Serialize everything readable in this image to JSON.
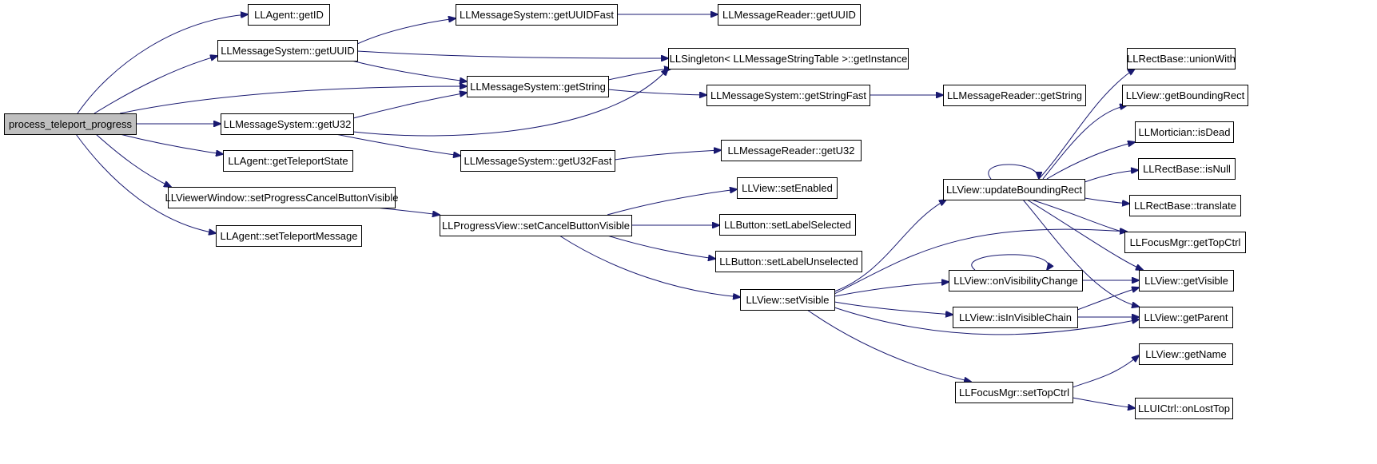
{
  "diagram": {
    "type": "call-graph",
    "colors": {
      "edge": "#191970",
      "node_border": "#000000",
      "node_fill": "#ffffff",
      "root_fill": "#bfbfbf"
    },
    "nodes": [
      {
        "id": "n0",
        "label": "process_teleport_progress",
        "root": true
      },
      {
        "id": "n1",
        "label": "LLAgent::getID"
      },
      {
        "id": "n2",
        "label": "LLMessageSystem::getUUID"
      },
      {
        "id": "n3",
        "label": "LLMessageSystem::getU32"
      },
      {
        "id": "n4",
        "label": "LLAgent::getTeleportState"
      },
      {
        "id": "n5",
        "label": "LLViewerWindow::setProgressCancelButtonVisible"
      },
      {
        "id": "n6",
        "label": "LLAgent::setTeleportMessage"
      },
      {
        "id": "n7",
        "label": "LLMessageSystem::getUUIDFast"
      },
      {
        "id": "n8",
        "label": "LLMessageSystem::getString"
      },
      {
        "id": "n9",
        "label": "LLMessageSystem::getU32Fast"
      },
      {
        "id": "n10",
        "label": "LLProgressView::setCancelButtonVisible"
      },
      {
        "id": "n11",
        "label": "LLMessageReader::getUUID"
      },
      {
        "id": "n12",
        "label": "LLSingleton< LLMessageStringTable >::getInstance"
      },
      {
        "id": "n13",
        "label": "LLMessageSystem::getStringFast"
      },
      {
        "id": "n14",
        "label": "LLMessageReader::getU32"
      },
      {
        "id": "n15",
        "label": "LLView::setEnabled"
      },
      {
        "id": "n16",
        "label": "LLButton::setLabelSelected"
      },
      {
        "id": "n17",
        "label": "LLButton::setLabelUnselected"
      },
      {
        "id": "n18",
        "label": "LLView::setVisible"
      },
      {
        "id": "n19",
        "label": "LLMessageReader::getString"
      },
      {
        "id": "n20",
        "label": "LLView::updateBoundingRect"
      },
      {
        "id": "n21",
        "label": "LLView::onVisibilityChange"
      },
      {
        "id": "n22",
        "label": "LLView::isInVisibleChain"
      },
      {
        "id": "n23",
        "label": "LLFocusMgr::setTopCtrl"
      },
      {
        "id": "n24",
        "label": "LLRectBase::unionWith"
      },
      {
        "id": "n25",
        "label": "LLView::getBoundingRect"
      },
      {
        "id": "n26",
        "label": "LLMortician::isDead"
      },
      {
        "id": "n27",
        "label": "LLRectBase::isNull"
      },
      {
        "id": "n28",
        "label": "LLRectBase::translate"
      },
      {
        "id": "n29",
        "label": "LLFocusMgr::getTopCtrl"
      },
      {
        "id": "n30",
        "label": "LLView::getVisible"
      },
      {
        "id": "n31",
        "label": "LLView::getParent"
      },
      {
        "id": "n32",
        "label": "LLView::getName"
      },
      {
        "id": "n33",
        "label": "LLUICtrl::onLostTop"
      }
    ],
    "edges": [
      {
        "from": "n0",
        "to": "n1"
      },
      {
        "from": "n0",
        "to": "n2"
      },
      {
        "from": "n0",
        "to": "n8"
      },
      {
        "from": "n0",
        "to": "n3"
      },
      {
        "from": "n0",
        "to": "n4"
      },
      {
        "from": "n0",
        "to": "n5"
      },
      {
        "from": "n0",
        "to": "n6"
      },
      {
        "from": "n2",
        "to": "n7"
      },
      {
        "from": "n2",
        "to": "n12"
      },
      {
        "from": "n2",
        "to": "n8"
      },
      {
        "from": "n3",
        "to": "n8"
      },
      {
        "from": "n3",
        "to": "n12"
      },
      {
        "from": "n3",
        "to": "n9"
      },
      {
        "from": "n7",
        "to": "n11"
      },
      {
        "from": "n8",
        "to": "n12"
      },
      {
        "from": "n8",
        "to": "n13"
      },
      {
        "from": "n9",
        "to": "n14"
      },
      {
        "from": "n13",
        "to": "n19"
      },
      {
        "from": "n5",
        "to": "n10"
      },
      {
        "from": "n10",
        "to": "n15"
      },
      {
        "from": "n10",
        "to": "n16"
      },
      {
        "from": "n10",
        "to": "n17"
      },
      {
        "from": "n10",
        "to": "n18"
      },
      {
        "from": "n18",
        "to": "n20"
      },
      {
        "from": "n18",
        "to": "n29"
      },
      {
        "from": "n18",
        "to": "n21"
      },
      {
        "from": "n18",
        "to": "n22"
      },
      {
        "from": "n18",
        "to": "n31"
      },
      {
        "from": "n18",
        "to": "n23"
      },
      {
        "from": "n20",
        "to": "n20"
      },
      {
        "from": "n20",
        "to": "n24"
      },
      {
        "from": "n20",
        "to": "n25"
      },
      {
        "from": "n20",
        "to": "n26"
      },
      {
        "from": "n20",
        "to": "n27"
      },
      {
        "from": "n20",
        "to": "n28"
      },
      {
        "from": "n20",
        "to": "n29"
      },
      {
        "from": "n20",
        "to": "n30"
      },
      {
        "from": "n20",
        "to": "n31"
      },
      {
        "from": "n21",
        "to": "n21"
      },
      {
        "from": "n21",
        "to": "n30"
      },
      {
        "from": "n22",
        "to": "n30"
      },
      {
        "from": "n22",
        "to": "n31"
      },
      {
        "from": "n23",
        "to": "n32"
      },
      {
        "from": "n23",
        "to": "n33"
      }
    ]
  }
}
